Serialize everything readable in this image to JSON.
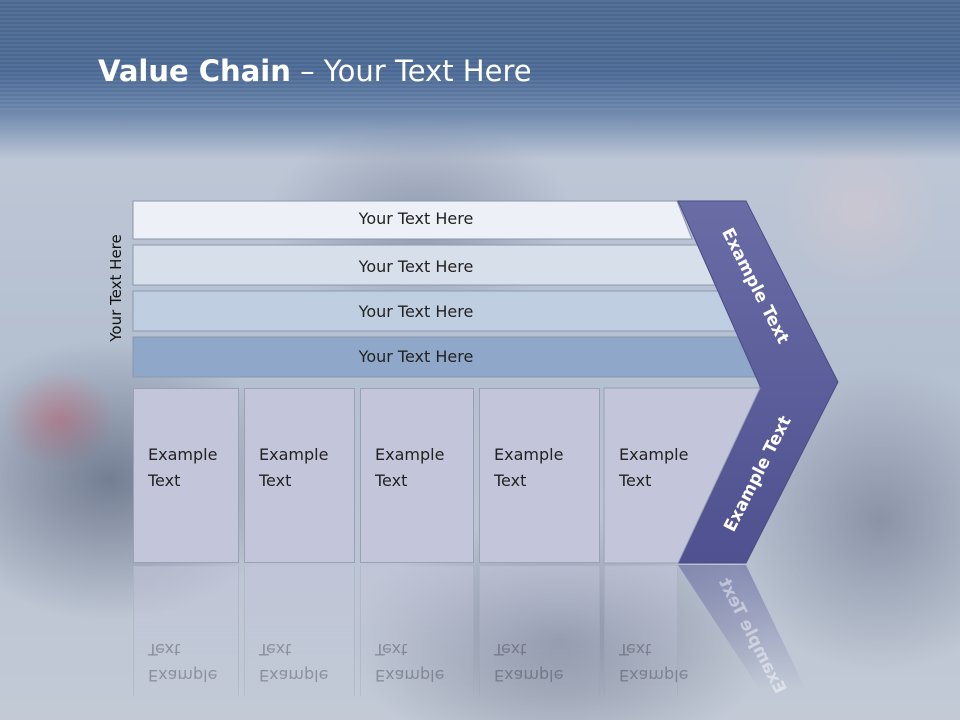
{
  "slide": {
    "title_bold": "Value Chain",
    "title_rest": " – Your Text Here",
    "side_label": "Your Text Here"
  },
  "bars": [
    {
      "label": "Your Text Here",
      "color": "#edf0f7"
    },
    {
      "label": "Your Text Here",
      "color": "#d7dfeb"
    },
    {
      "label": "Your Text Here",
      "color": "#c0cee2"
    },
    {
      "label": "Your Text Here",
      "color": "#8fa8c9"
    }
  ],
  "boxes": [
    {
      "label": "Example\nText"
    },
    {
      "label": "Example\nText"
    },
    {
      "label": "Example\nText"
    },
    {
      "label": "Example\nText"
    },
    {
      "label": "Example\nText"
    }
  ],
  "chevron": {
    "top_label": "Example Text",
    "bottom_label": "Example Text",
    "color": "#5c5e9a"
  }
}
